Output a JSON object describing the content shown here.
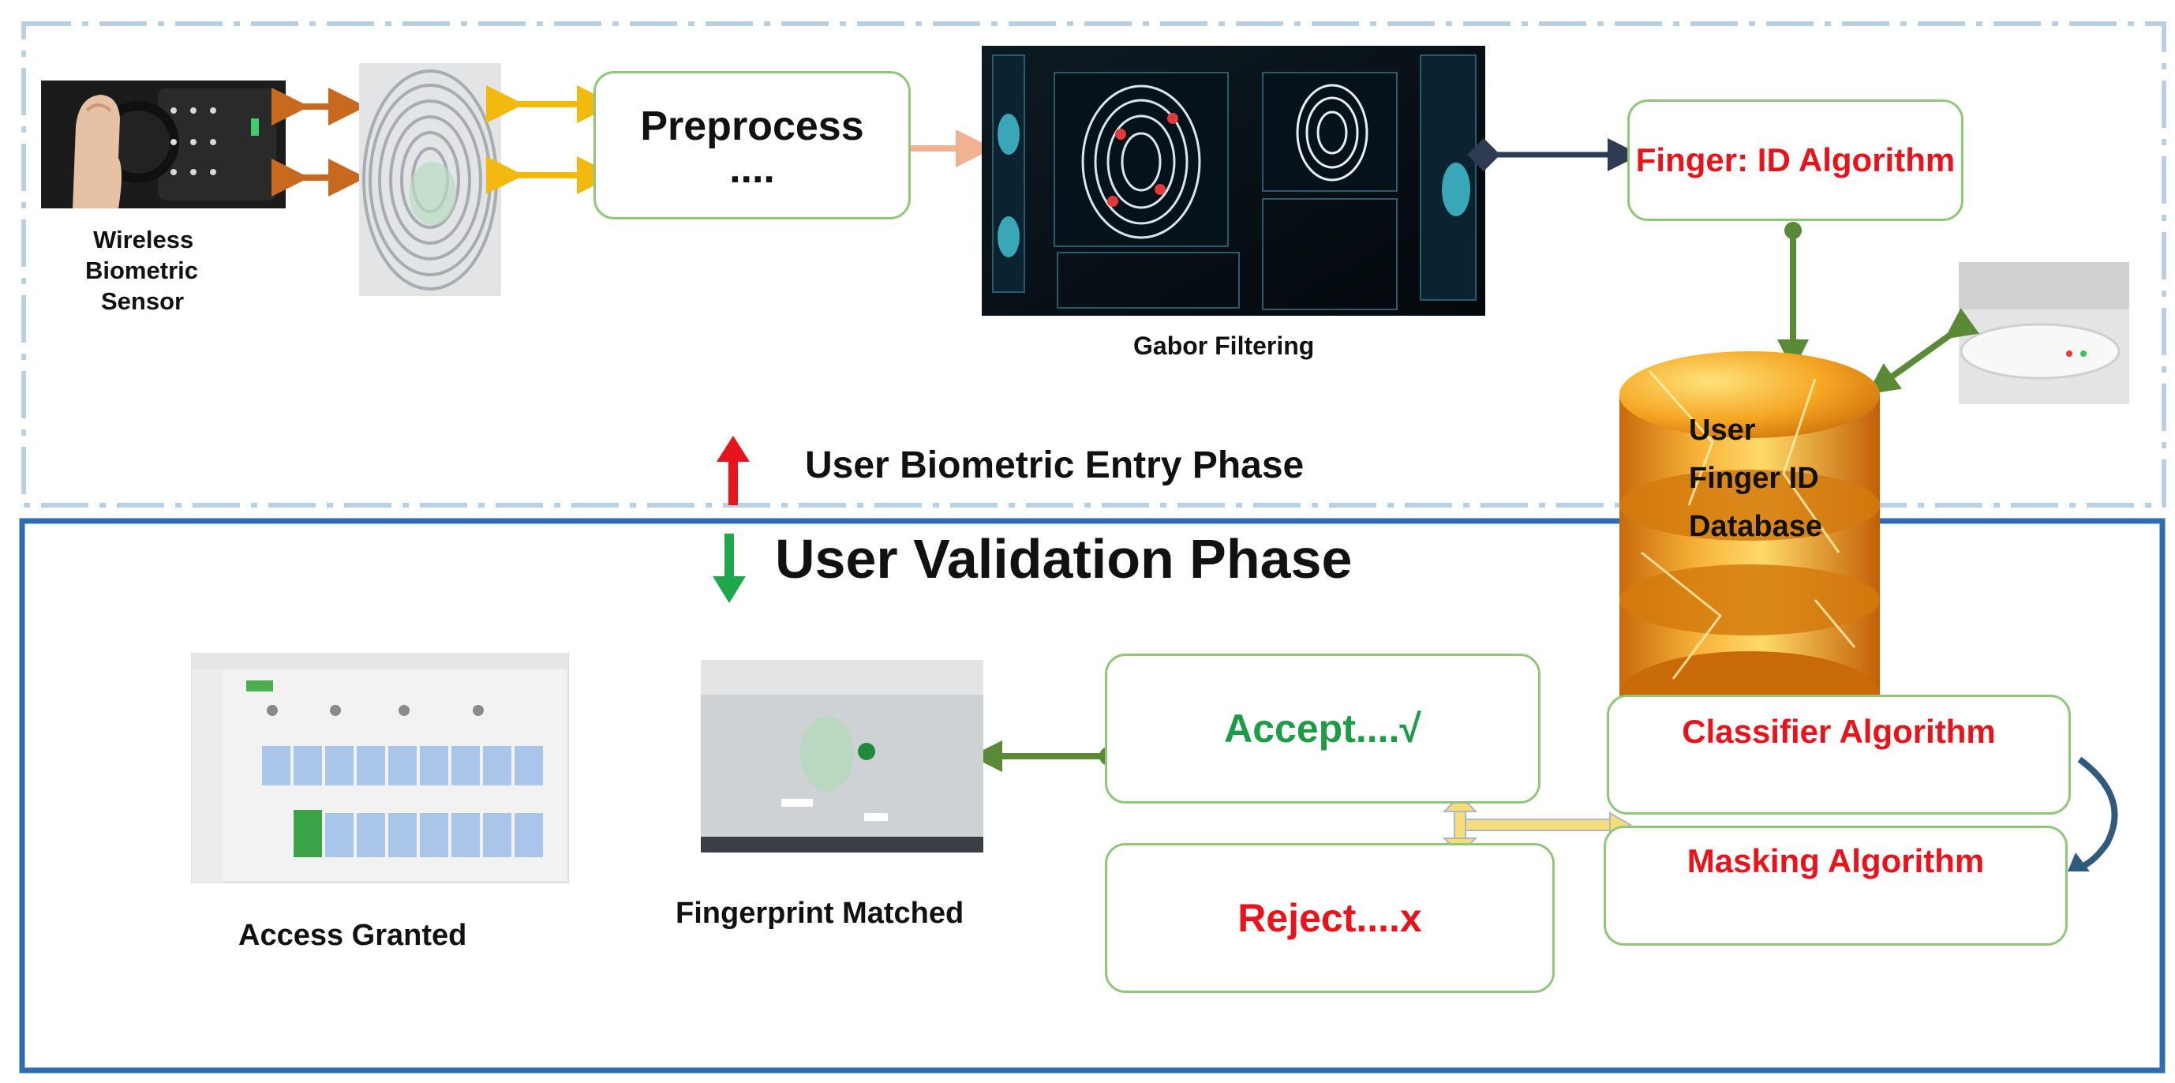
{
  "entry_phase": {
    "sensor_label": [
      "Wireless",
      "Biometric",
      "Sensor"
    ],
    "preprocess": {
      "title": "Preprocess",
      "dots": "...."
    },
    "gabor_label": "Gabor Filtering",
    "finger_id_algorithm": "Finger: ID Algorithm",
    "phase_label": "User Biometric Entry Phase"
  },
  "database": {
    "lines": [
      "User",
      "Finger ID",
      "Database"
    ]
  },
  "validation_phase": {
    "phase_label": "User Validation Phase",
    "access_granted": "Access Granted",
    "fingerprint_matched": "Fingerprint Matched",
    "accept": "Accept....√",
    "reject": "Reject....x",
    "classifier_algorithm": "Classifier Algorithm",
    "masking_algorithm": "Masking Algorithm"
  },
  "colors": {
    "entry_border": "#b9cfe6",
    "validation_border": "#2e6eb0",
    "box_border": "#8fc77a",
    "arrow_orange": "#c9691f",
    "arrow_yellow": "#f2b90f",
    "arrow_peach": "#f0b291",
    "arrow_navy": "#2f3b52",
    "arrow_green": "#5a8a36",
    "up_arrow": "#e8141c",
    "down_arrow": "#1fa84a",
    "db_gold": "#f2a020"
  }
}
